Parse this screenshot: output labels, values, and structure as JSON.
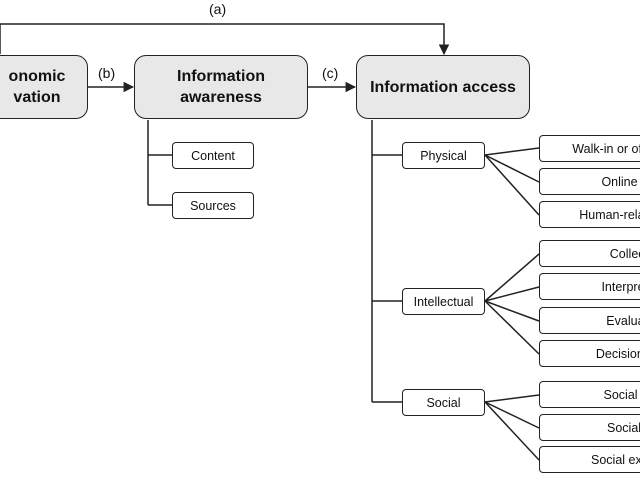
{
  "labels": {
    "a": "(a)",
    "b": "(b)",
    "c": "(c)"
  },
  "nodes": {
    "economic_motivation": {
      "line1": "onomic",
      "line2": "vation"
    },
    "information_awareness": {
      "line1": "Information",
      "line2": "awareness"
    },
    "information_access": "Information access"
  },
  "awareness_children": {
    "content": "Content",
    "sources": "Sources"
  },
  "access_children": {
    "physical": "Physical",
    "intellectual": "Intellectual",
    "social": "Social"
  },
  "physical_items": [
    "Walk-in or offl",
    "Online a",
    "Human-relat"
  ],
  "intellectual_items": [
    "Collect",
    "Interpret",
    "Evaluat",
    "Decision-"
  ],
  "social_items": [
    "Social n",
    "Social t",
    "Social exc"
  ],
  "colors": {
    "main_fill": "#e8e8e8",
    "stroke": "#222222"
  }
}
